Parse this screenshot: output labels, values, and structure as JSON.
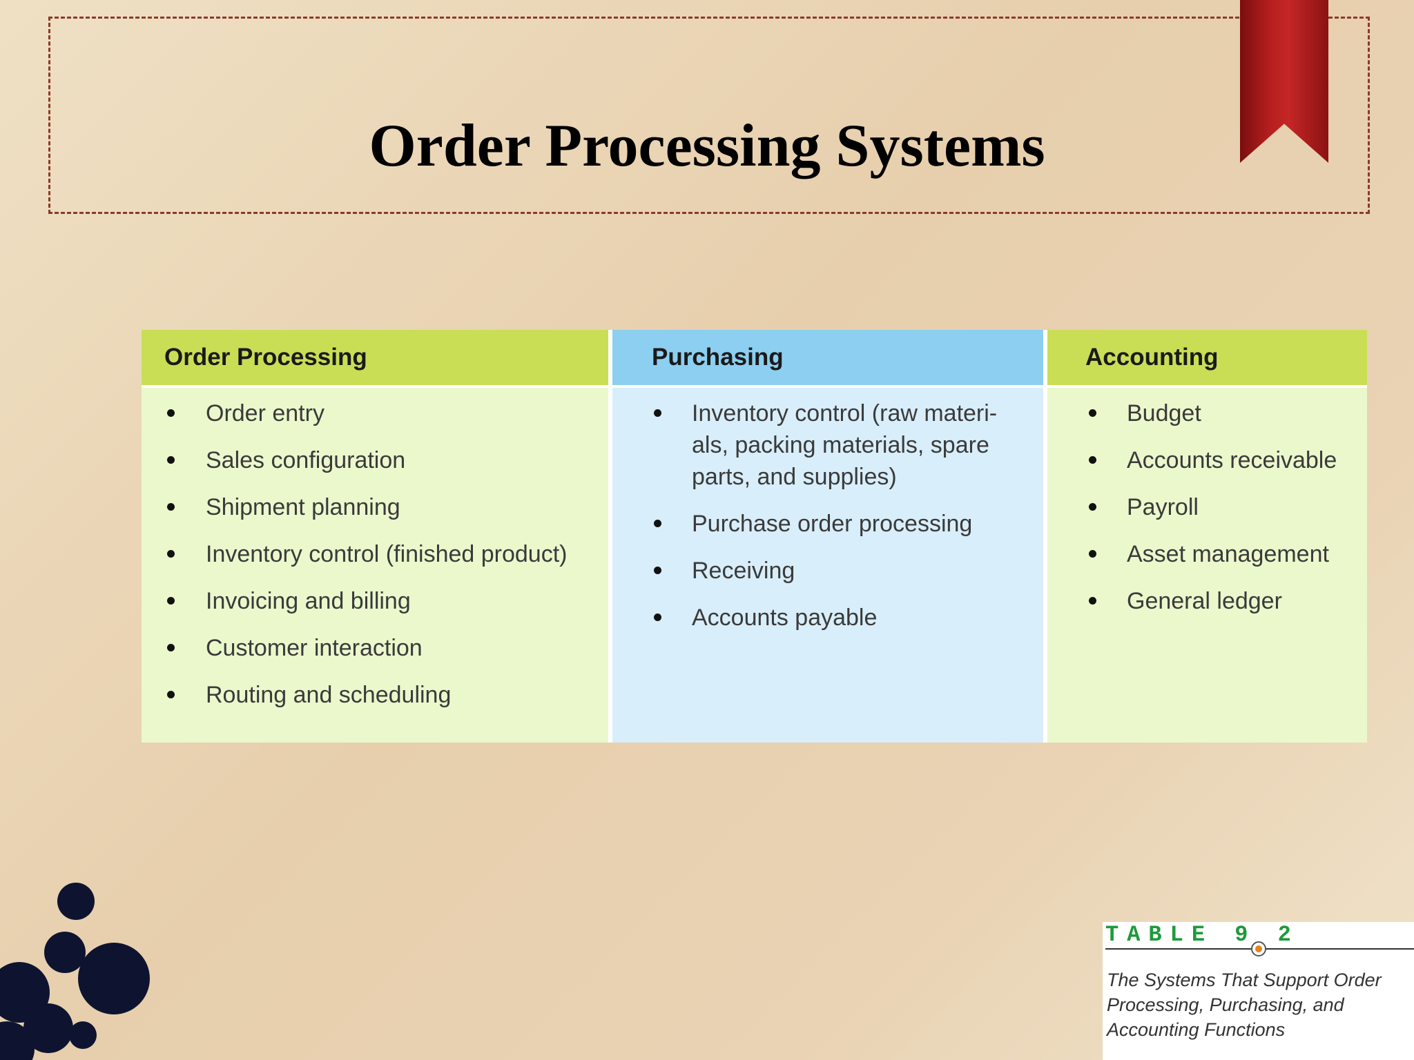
{
  "slide": {
    "title": "Order Processing Systems"
  },
  "table": {
    "columns": [
      {
        "header": "Order Processing",
        "items": [
          "Order entry",
          "Sales configuration",
          "Shipment planning",
          "Inventory control (finished product)",
          "Invoicing and billing",
          "Customer interaction",
          "Routing and scheduling"
        ]
      },
      {
        "header": "Purchasing",
        "items": [
          "Inventory control (raw materi-als, packing materials, spare parts, and supplies)",
          "Purchase order processing",
          "Receiving",
          "Accounts payable"
        ]
      },
      {
        "header": "Accounting",
        "items": [
          "Budget",
          "Accounts receivable",
          "Payroll",
          "Asset management",
          "General ledger"
        ]
      }
    ]
  },
  "caption": {
    "label": "TABLE 9 2",
    "text": "The Systems That Support Order Processing, Purchasing, and Accounting Functions"
  },
  "colors": {
    "green_header": "#c9de55",
    "green_body": "#eaf8cc",
    "blue_header": "#8ccff0",
    "blue_body": "#d8eefa",
    "ribbon": "#b81f1f",
    "frame": "#8a3a2a"
  }
}
